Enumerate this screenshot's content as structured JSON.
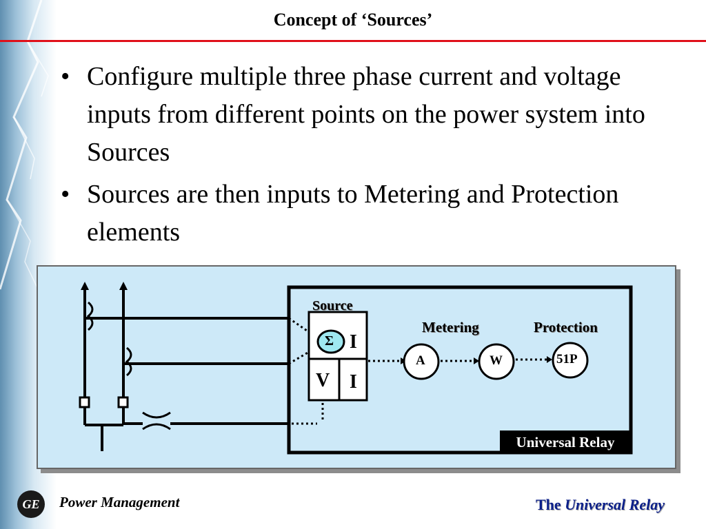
{
  "slide": {
    "title": "Concept of ‘Sources’",
    "bullets": [
      "Configure  multiple three phase current and voltage inputs from different points on the power system into Sources",
      "Sources are then inputs to Metering and Protection elements"
    ]
  },
  "diagram": {
    "source_label": "Source",
    "sigma_symbol": "Σ",
    "current_symbol_top": "I",
    "voltage_symbol": "V",
    "current_symbol_bottom": "I",
    "metering_label": "Metering",
    "protection_label": "Protection",
    "element_a": "A",
    "element_w": "W",
    "element_51p": "51P",
    "relay_label": "Universal Relay"
  },
  "footer": {
    "logo_text": "GE",
    "left": "Power Management",
    "right_prefix": "The",
    "right_brand": "Universal Relay"
  },
  "colors": {
    "accent_rule": "#e0101a",
    "diagram_bg": "#cde9f8",
    "sigma_fill": "#9fe8f0",
    "footer_brand": "#0b1f8a"
  }
}
